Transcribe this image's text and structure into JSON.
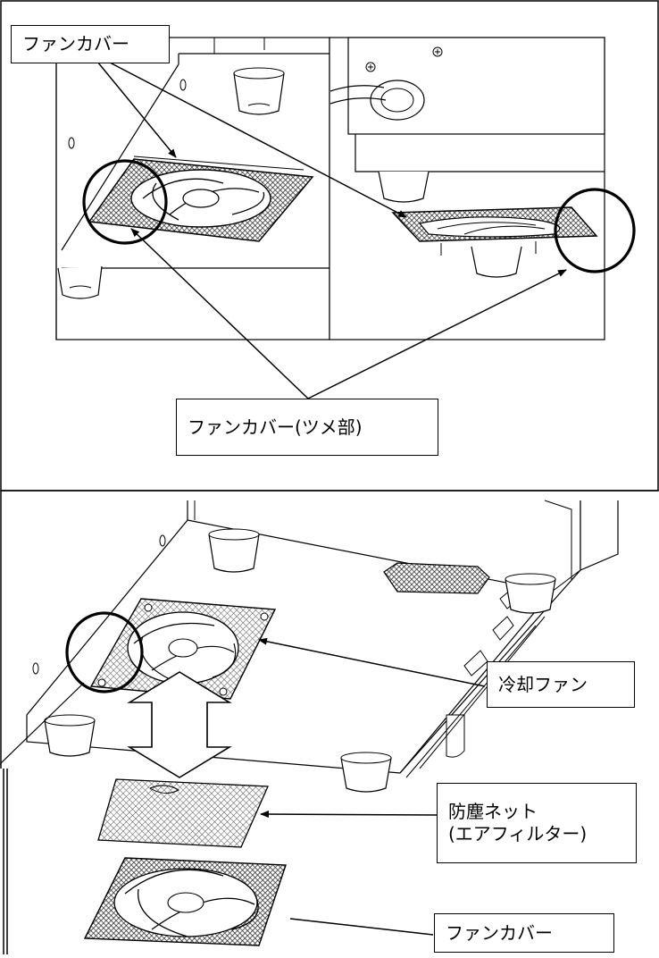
{
  "labels": {
    "fan_cover_top": "ファンカバー",
    "fan_cover_claw": "ファンカバー(ツメ部)",
    "cooling_fan": "冷却ファン",
    "dust_net": "防塵ネット\n(エアフィルター)",
    "fan_cover_bottom": "ファンカバー"
  },
  "colors": {
    "line": "#000000",
    "mesh": "#8a8a8a",
    "paper": "#ffffff"
  }
}
